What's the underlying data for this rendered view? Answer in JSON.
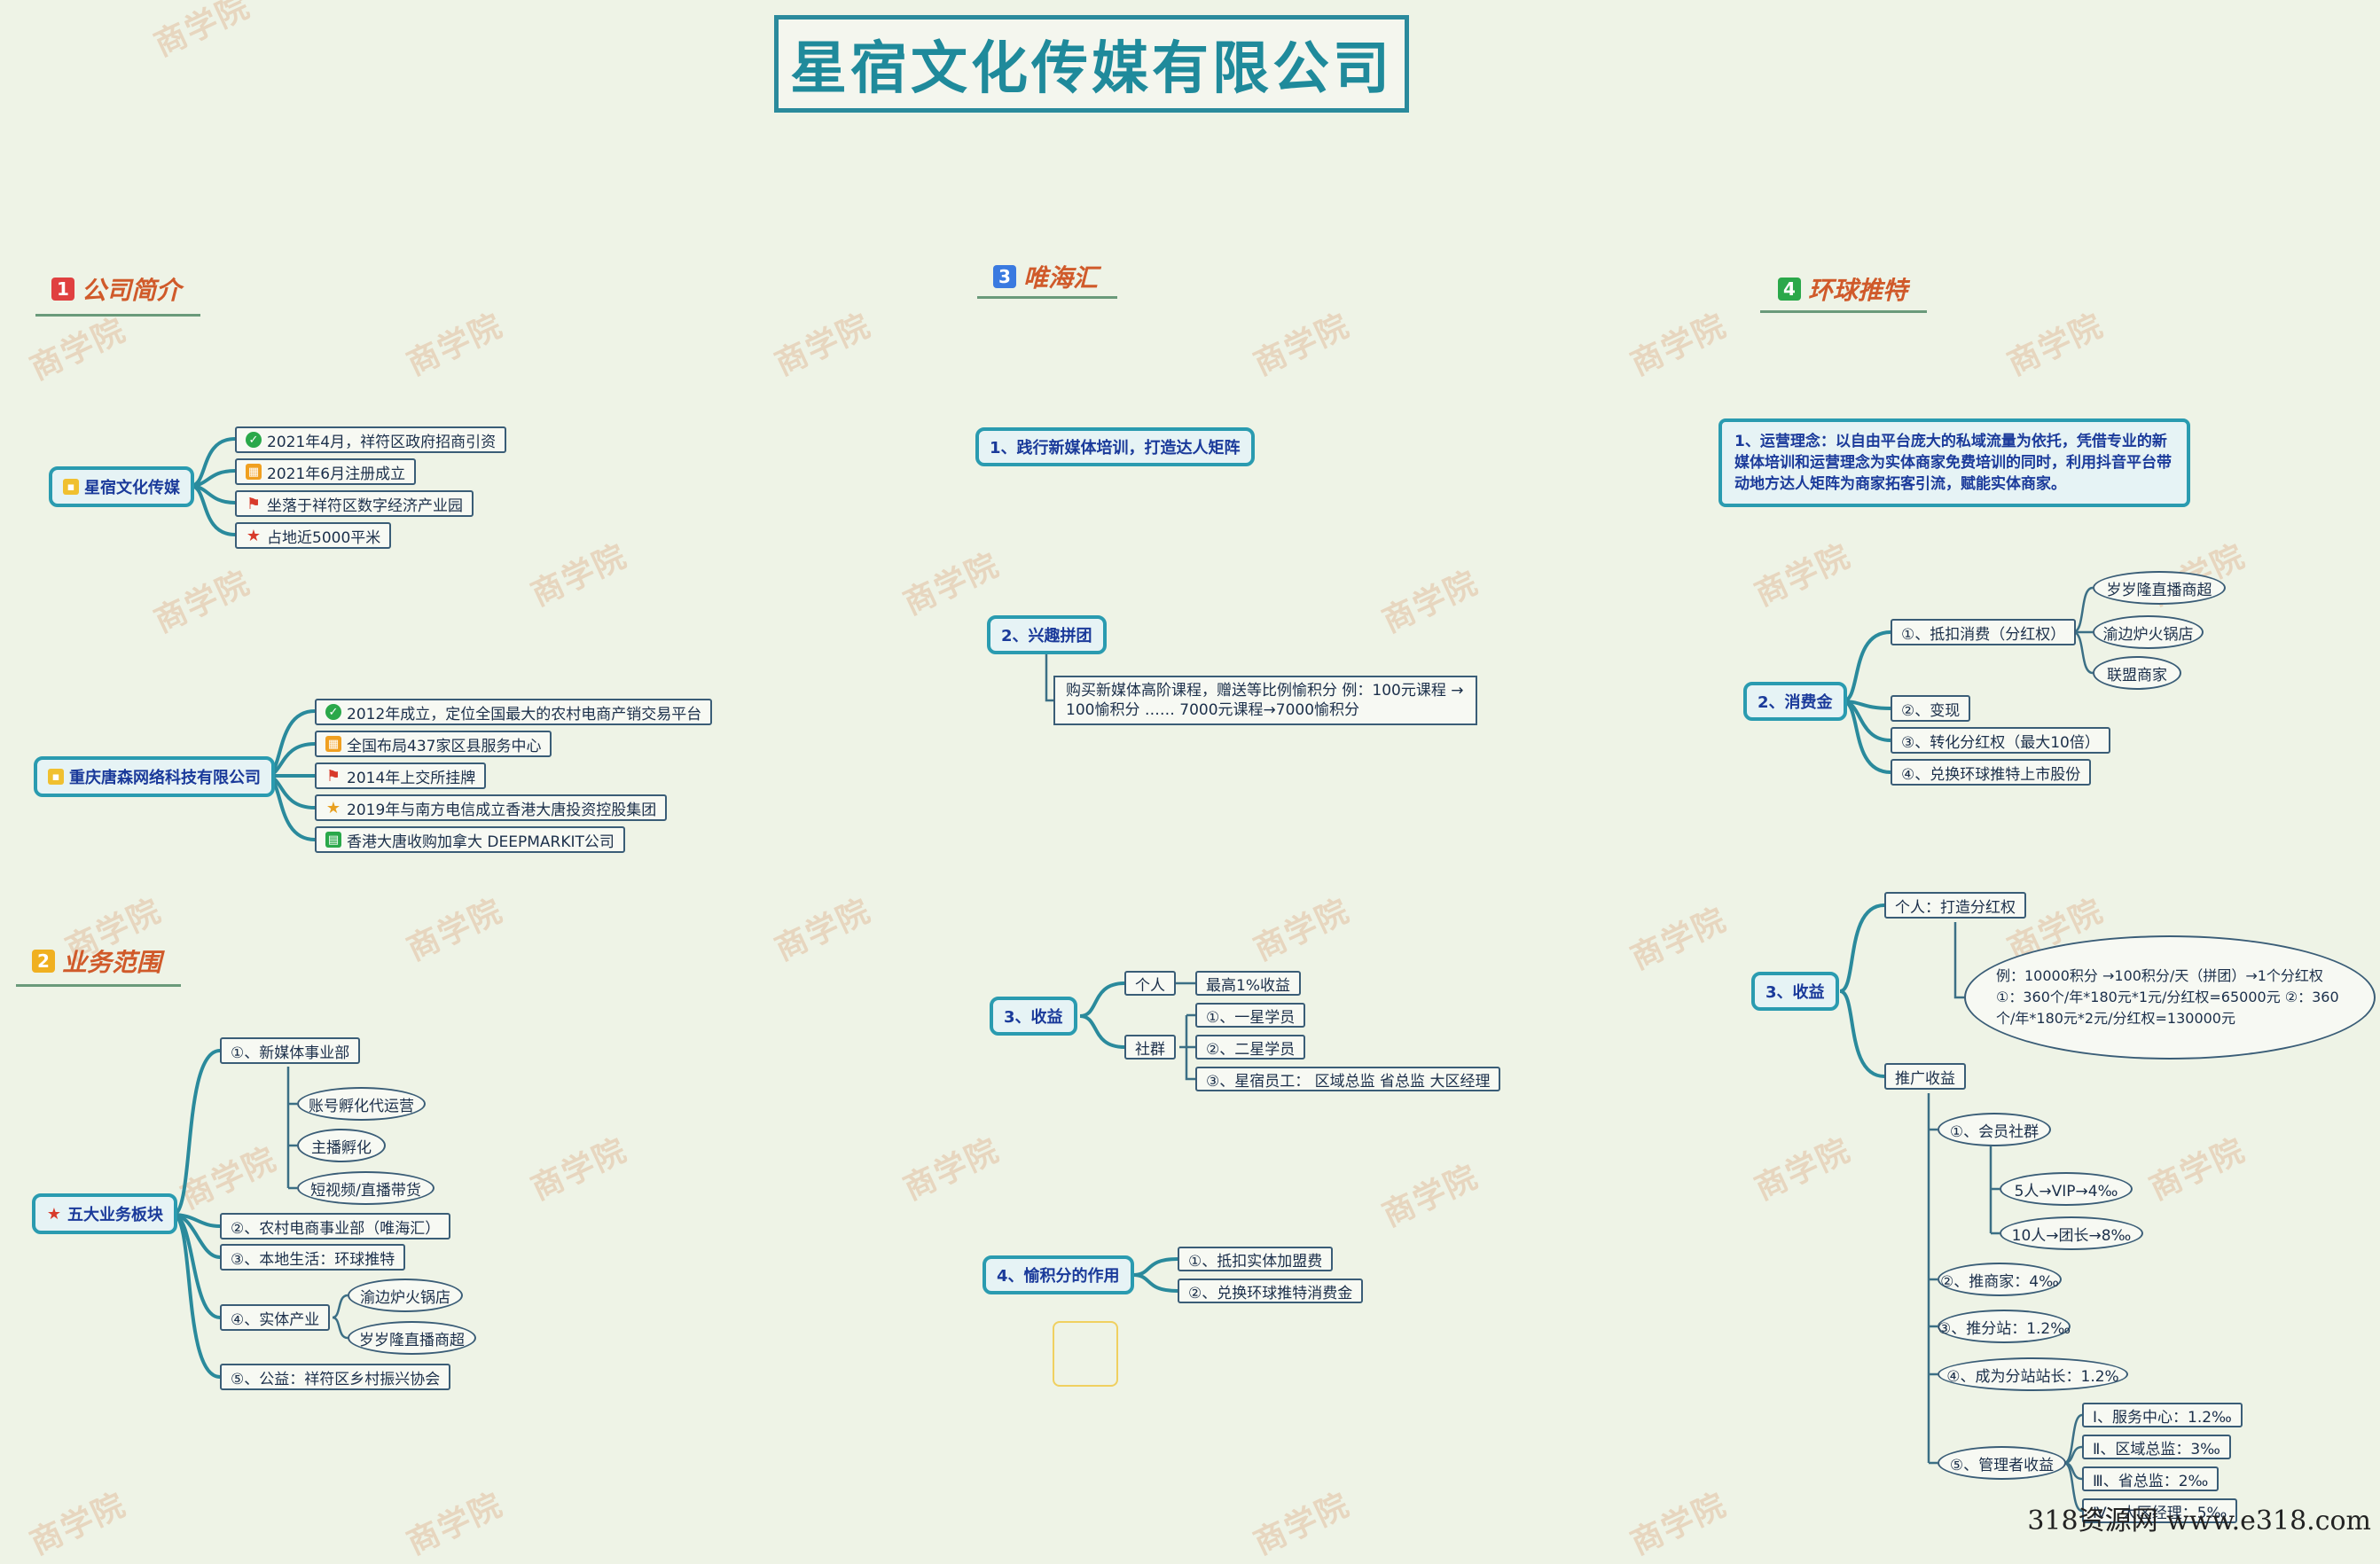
{
  "title": "星宿文化传媒有限公司",
  "watermark": "商学院",
  "footer": "318资源网  www.e318.com",
  "colors": {
    "accent": "#2a9bb0",
    "section_text": "#d05a2a",
    "badge1": "#e04040",
    "badge2": "#f0b020",
    "badge3": "#3a7ae0",
    "badge4": "#2aa84a"
  },
  "sections": {
    "s1": {
      "num": "1",
      "label": "公司简介"
    },
    "s2": {
      "num": "2",
      "label": "业务范围"
    },
    "s3": {
      "num": "3",
      "label": "唯海汇"
    },
    "s4": {
      "num": "4",
      "label": "环球推特"
    }
  },
  "intro": {
    "root1": "星宿文化传媒",
    "root1_items": [
      "2021年4月，祥符区政府招商引资",
      "2021年6月注册成立",
      "坐落于祥符区数字经济产业园",
      "占地近5000平米"
    ],
    "root2": "重庆唐森网络科技有限公司",
    "root2_items": [
      "2012年成立，定位全国最大的农村电商产销交易平台",
      "全国布局437家区县服务中心",
      "2014年上交所挂牌",
      "2019年与南方电信成立香港大唐投资控股集团",
      "香港大唐收购加拿大 DEEPMARKIT公司"
    ]
  },
  "business": {
    "root": "五大业务板块",
    "b1": "①、新媒体事业部",
    "b1_children": [
      "账号孵化代运营",
      "主播孵化",
      "短视频/直播带货"
    ],
    "b2": "②、农村电商事业部（唯海汇）",
    "b3": "③、本地生活：环球推特",
    "b4": "④、实体产业",
    "b4_children": [
      "渝边炉火锅店",
      "岁岁隆直播商超"
    ],
    "b5": "⑤、公益：祥符区乡村振兴协会"
  },
  "weihai": {
    "n1": "1、践行新媒体培训，打造达人矩阵",
    "n2": "2、兴趣拼团",
    "n2_detail": "购买新媒体高阶课程，赠送等比例愉积分     例：100元课程 → 100愉积分   ……  7000元课程→7000愉积分",
    "n3": "3、收益",
    "n3_personal": "个人",
    "n3_personal_child": "最高1%收益",
    "n3_group": "社群",
    "n3_group_children": [
      "①、一星学员",
      "②、二星学员",
      "③、星宿员工：  区域总监    省总监    大区经理"
    ],
    "n4": "4、愉积分的作用",
    "n4_children": [
      "①、抵扣实体加盟费",
      "②、兑换环球推特消费金"
    ]
  },
  "global": {
    "n1": "1、运营理念：以自由平台庞大的私域流量为依托，凭借专业的新媒体培训和运营理念为实体商家免费培训的同时，利用抖音平台带动地方达人矩阵为商家拓客引流，赋能实体商家。",
    "n2": "2、消费金",
    "n2_a": "①、抵扣消费（分红权）",
    "n2_a_children": [
      "岁岁隆直播商超",
      "渝边炉火锅店",
      "联盟商家"
    ],
    "n2_b": "②、变现",
    "n2_c": "③、转化分红权（最大10倍）",
    "n2_d": "④、兑换环球推特上市股份",
    "n3": "3、收益",
    "n3_personal": "个人：打造分红权",
    "n3_example": "例：10000积分 →100积分/天（拼团）→1个分红权    ①：360个/年*180元*1元/分红权=65000元        ②：360个/年*180元*2元/分红权=130000元",
    "n3_promo": "推广收益",
    "p1": "①、会员社群",
    "p1_children": [
      "5人→VIP→4‰",
      "10人→团长→8‰"
    ],
    "p2": "②、推商家：4‰",
    "p3": "③、推分站：1.2‰",
    "p4": "④、成为分站站长：1.2%",
    "p5": "⑤、管理者收益",
    "p5_children": [
      "Ⅰ、服务中心：1.2‰",
      "Ⅱ、区域总监：3‰",
      "Ⅲ、省总监：2‰",
      "Ⅳ、大区经理：5‰"
    ]
  }
}
